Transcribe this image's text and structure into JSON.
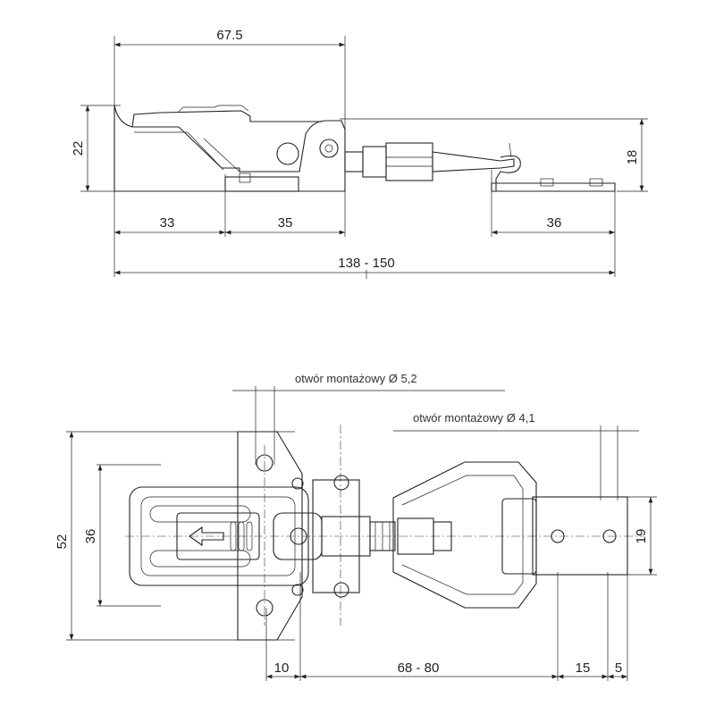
{
  "side_view": {
    "dim_total_top": "67.5",
    "dim_height_left": "22",
    "dim_height_right": "18",
    "dim_base_left": "33",
    "dim_base_mid": "35",
    "dim_catch": "36",
    "dim_overall": "138 - 150"
  },
  "top_view": {
    "note_hole_large": "otwór montażowy Ø 5,2",
    "note_hole_small": "otwór montażowy Ø 4,1",
    "dim_width_outer": "52",
    "dim_width_inner": "36",
    "dim_catch_width": "19",
    "dim_10": "10",
    "dim_range": "68 - 80",
    "dim_15": "15",
    "dim_5": "5"
  }
}
